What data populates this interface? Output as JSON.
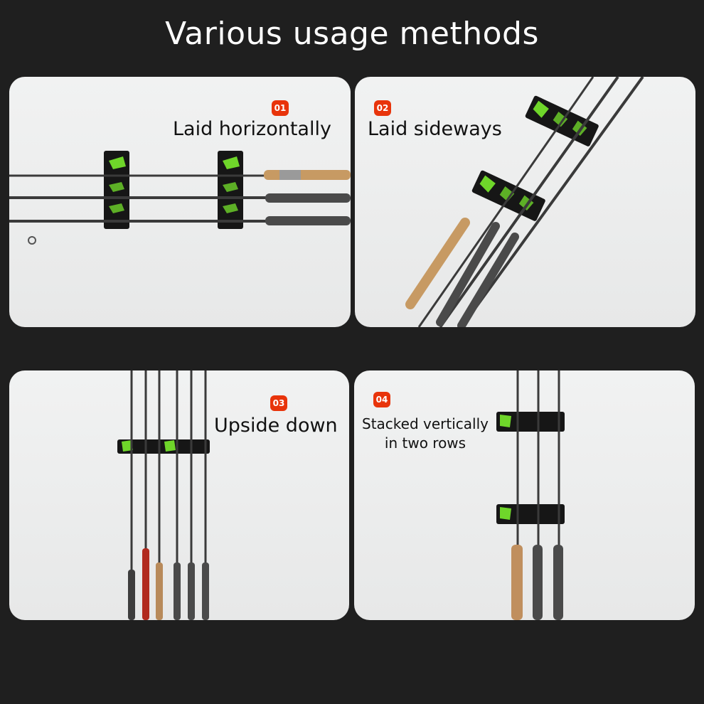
{
  "title": "Various usage methods",
  "panels": [
    {
      "number": "01",
      "label": "Laid horizontally"
    },
    {
      "number": "02",
      "label": "Laid sideways"
    },
    {
      "number": "03",
      "label": "Upside down"
    },
    {
      "number": "04",
      "label_line1": "Stacked vertically",
      "label_line2": "in two rows"
    }
  ],
  "colors": {
    "background": "#1f1f1f",
    "badge": "#e8340b",
    "rack_accent": "#6fd62a"
  }
}
